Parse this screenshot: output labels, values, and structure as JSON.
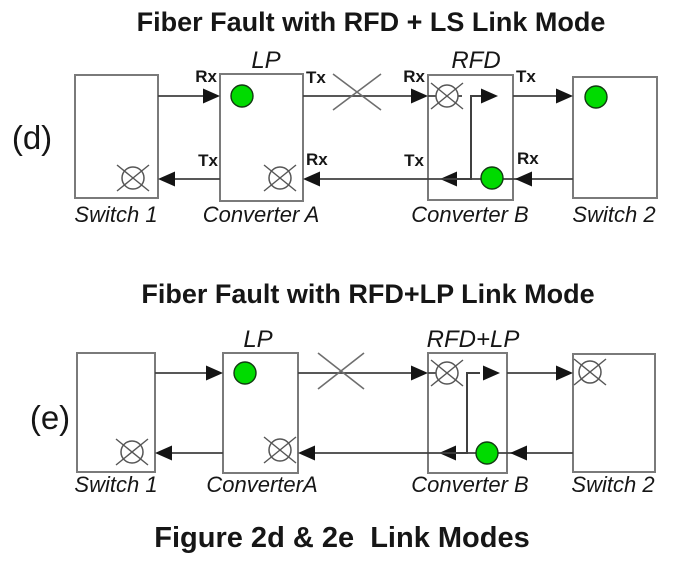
{
  "caption": "Figure 2d & 2e  Link Modes",
  "diagram_d": {
    "index": "(d)",
    "title": "Fiber Fault with RFD + LS Link Mode",
    "converter_a_mode": "LP",
    "converter_b_mode": "RFD",
    "ports": {
      "ca_rx_top": "Rx",
      "ca_tx_top": "Tx",
      "ca_tx_bottom": "Tx",
      "ca_rx_bottom": "Rx",
      "cb_rx_top": "Rx",
      "cb_tx_top": "Tx",
      "cb_tx_bottom": "Tx",
      "cb_rx_bottom": "Rx"
    },
    "boxes": {
      "switch1": "Switch 1",
      "converter_a": "Converter A",
      "converter_b": "Converter B",
      "switch2": "Switch 2"
    }
  },
  "diagram_e": {
    "index": "(e)",
    "title": "Fiber Fault with RFD+LP Link Mode",
    "converter_a_mode": "LP",
    "converter_b_mode": "RFD+LP",
    "boxes": {
      "switch1": "Switch 1",
      "converter_a": "ConverterA",
      "converter_b": "Converter B",
      "switch2": "Switch 2"
    }
  },
  "colors": {
    "signal_ok_green": "#00DB00",
    "line": "#404040",
    "box_border": "#7A7A7A",
    "fault_mark": "#565656",
    "text": "#161616"
  }
}
